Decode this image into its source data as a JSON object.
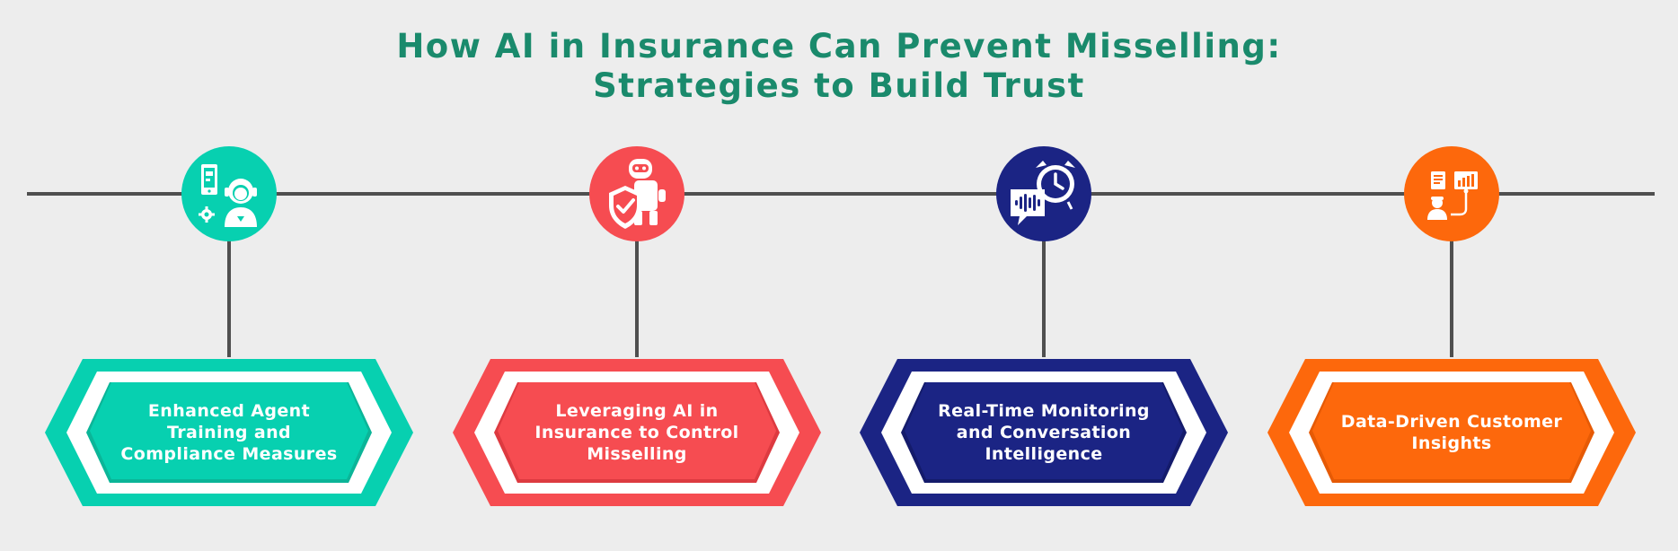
{
  "title": {
    "line1": "How AI in Insurance Can Prevent Misselling:",
    "line2": "Strategies to Build Trust"
  },
  "steps": [
    {
      "label": "Enhanced Agent Training and Compliance Measures",
      "icon": "customer-support-agent-icon",
      "color": "#07d0b0",
      "color_dark": "#0bb598"
    },
    {
      "label": "Leveraging AI in Insurance to Control Misselling",
      "icon": "robot-shield-icon",
      "color": "#f64c51",
      "color_dark": "#dd3a40"
    },
    {
      "label": "Real-Time Monitoring and Conversation Intelligence",
      "icon": "voice-chat-clock-icon",
      "color": "#1b2484",
      "color_dark": "#141b6b"
    },
    {
      "label": "Data-Driven Customer Insights",
      "icon": "analytics-report-icon",
      "color": "#fd680c",
      "color_dark": "#e65a05"
    }
  ]
}
